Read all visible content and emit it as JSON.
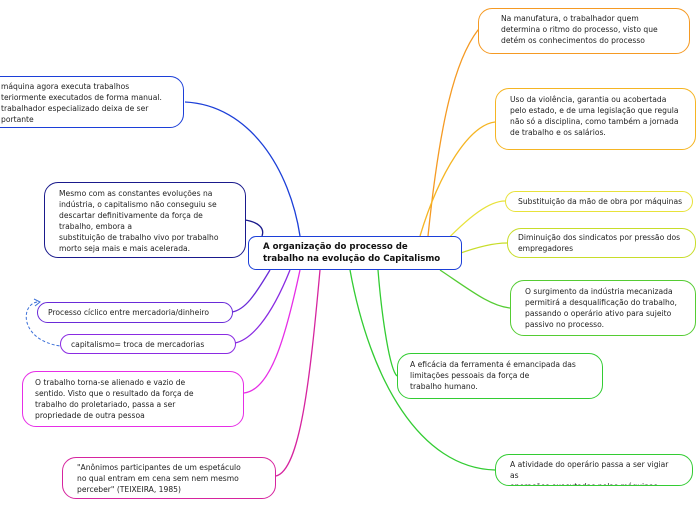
{
  "central": "A organização do processo de\ntrabalho na evolução do Capitalismo",
  "nodes": {
    "manufatura": "Na manufatura, o trabalhador quem\ndetermina o ritmo do processo, visto que\ndetém os conhecimentos do processo",
    "violencia": "Uso da violência, garantia ou acobertada\npelo estado, e de uma legislação que regula\nnão só a disciplina, como também a jornada\nde trabalho e os salários.",
    "substituicao": "Substituição da mão de obra por máquinas",
    "sindicatos": "Diminuição dos sindicatos por pressão dos\nempregadores",
    "industria": "O surgimento da indústria mecanizada\npermitirá a desqualificação do trabalho,\npassando o operário ativo para sujeito\npassivo no processo.",
    "ferramenta": "A eficácia da ferramenta é emancipada das\nlimitações pessoais da força de\ntrabalho humano.",
    "vigiar": "A atividade do operário passa a ser vigiar as\noperações executadas pelas máquinas",
    "maquina": "máquina agora executa trabalhos\nteriormente executados de forma manual.\ntrabalhador especializado deixa de ser\nportante",
    "evolucoes": "Mesmo com as constantes evoluções na\nindústria, o capitalismo não conseguiu se\ndescartar definitivamente da força de\ntrabalho, embora a\nsubstituição de trabalho vivo por trabalho\nmorto seja mais e mais acelerada.",
    "ciclico": "Processo cíclico entre mercadoria/dinheiro",
    "troca": "capitalismo= troca de mercadorias",
    "alienado": "O trabalho torna-se alienado e vazio de\nsentido. Visto que o resultado da força de\ntrabalho do proletariado, passa a ser\npropriedade de outra pessoa",
    "espetaculo": "\"Anônimos participantes de um espetáculo\nno qual entram em cena sem nem mesmo\nperceber\" (TEIXEIRA, 1985)"
  },
  "colors": {
    "orange": "#f59a23",
    "yellow": "#e8e23a",
    "green": "#33cc33",
    "blue": "#1c3fd8",
    "navy": "#1a1a8c",
    "purple": "#8a2be2",
    "magenta": "#e62ee6",
    "pink": "#d6249f",
    "dashed": "#3b6fd8"
  }
}
